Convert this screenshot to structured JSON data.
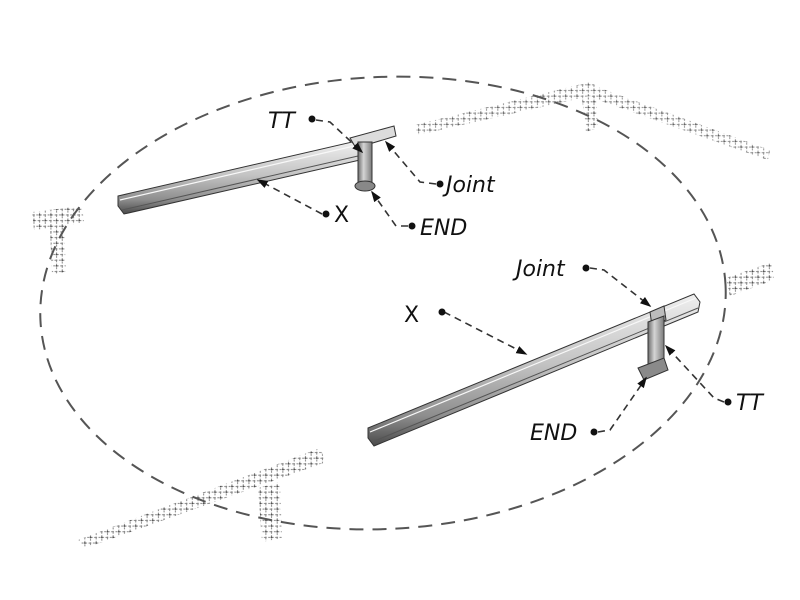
{
  "diagram": {
    "type": "exploded-assembly-callout",
    "colors": {
      "leader": "#333333",
      "boundary": "#555555",
      "metal_light": "#d8d8d8",
      "metal_mid": "#a8a8a8",
      "metal_dark": "#555555",
      "lattice": "#666666"
    },
    "assemblies": [
      {
        "id": "upper-left",
        "labels": {
          "tt": "TT",
          "joint": "Joint",
          "end": "END",
          "x": "X"
        }
      },
      {
        "id": "lower-right",
        "labels": {
          "joint": "Joint",
          "x": "X",
          "tt": "TT",
          "end": "END"
        }
      }
    ],
    "background_structures": [
      "lattice-truss-top-right",
      "lattice-truss-left",
      "lattice-truss-right",
      "lattice-truss-bottom-left"
    ]
  }
}
